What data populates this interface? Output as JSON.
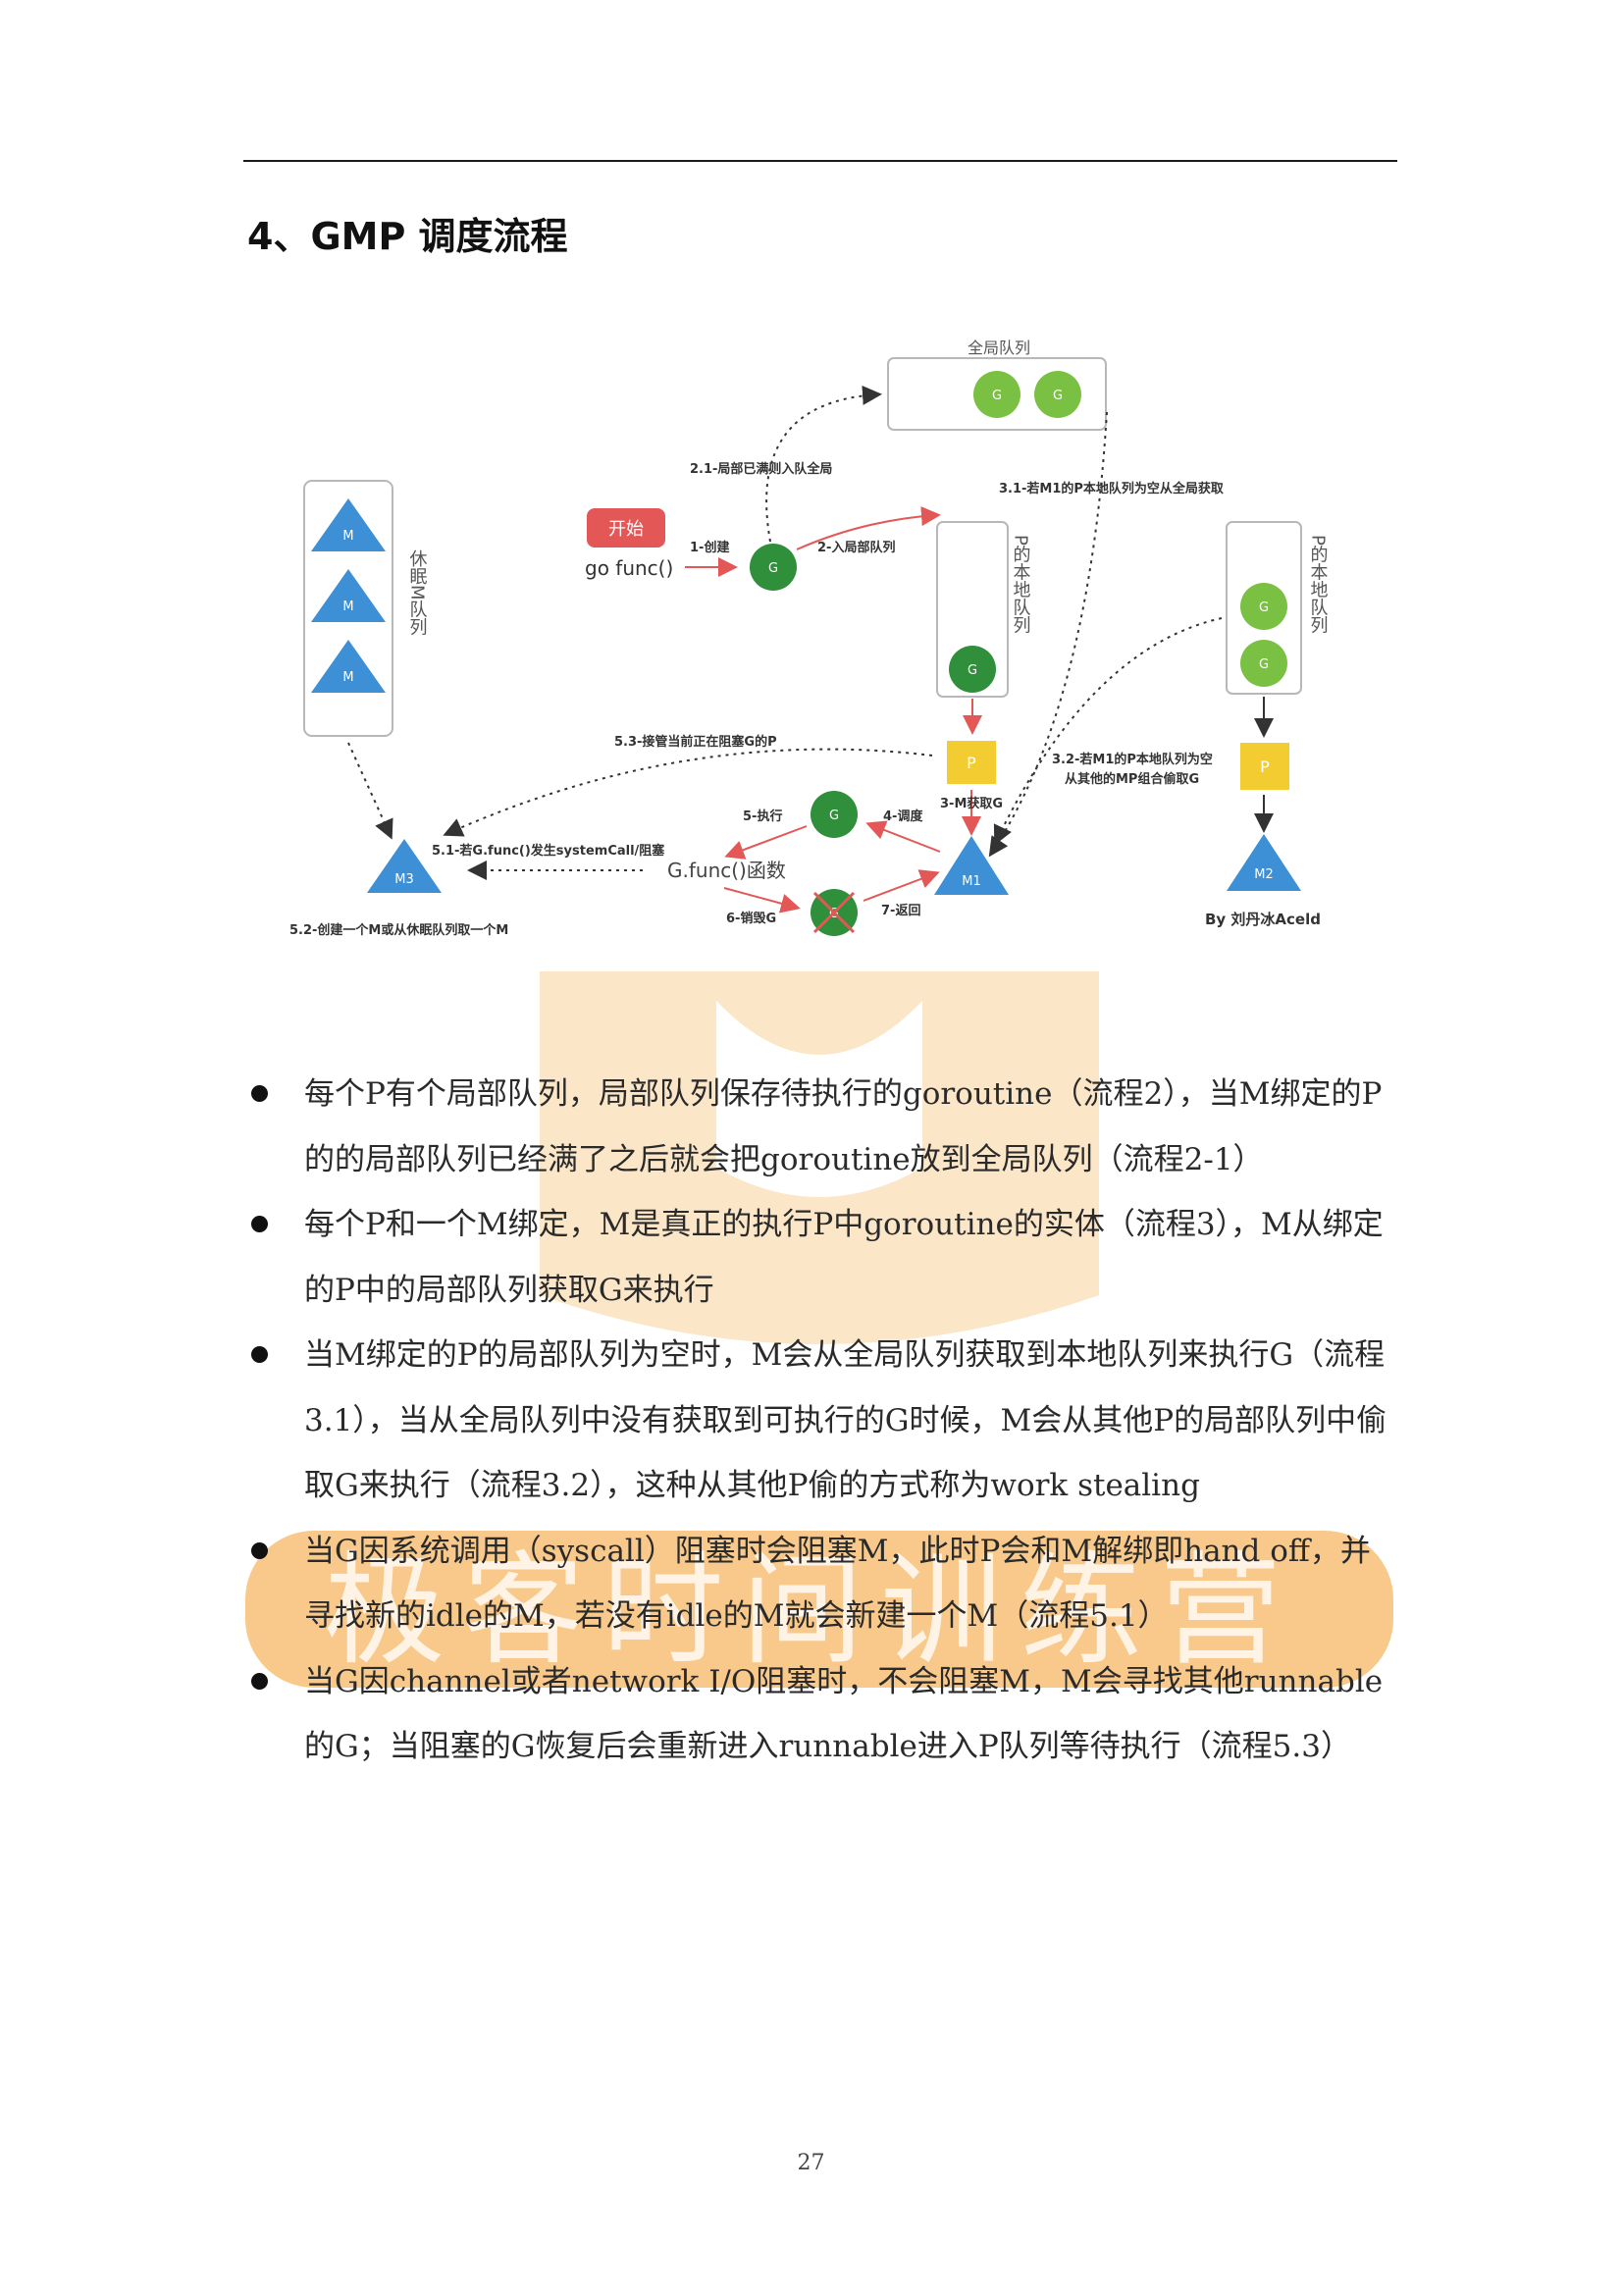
{
  "section": {
    "title": "4、GMP 调度流程"
  },
  "diagram": {
    "global_queue": {
      "label": "全局队列",
      "items": [
        "G",
        "G"
      ]
    },
    "sleep_queue": {
      "label": "休眠M队列",
      "items": [
        "M",
        "M",
        "M"
      ]
    },
    "start_button": "开始",
    "go_func": "go func()",
    "g_new": "G",
    "local_queue_mid": {
      "label": "P的本地队列",
      "items": [
        "G"
      ]
    },
    "local_queue_right": {
      "label": "P的本地队列",
      "items": [
        "G",
        "G"
      ]
    },
    "p_mid": "P",
    "p_right": "P",
    "m1": "M1",
    "m2": "M2",
    "m3": "M3",
    "g_exec": "G",
    "g_destroyed": "G",
    "gfunc": "G.func()函数",
    "steps": {
      "s1": "1-创建",
      "s2": "2-入局部队列",
      "s2_1": "2.1-局部已满则入队全局",
      "s3": "3-M获取G",
      "s3_1": "3.1-若M1的P本地队列为空从全局获取",
      "s3_2a": "3.2-若M1的P本地队列为空",
      "s3_2b": "从其他的MP组合偷取G",
      "s4": "4-调度",
      "s5": "5-执行",
      "s5_1": "5.1-若G.func()发生systemCall/阻塞",
      "s5_2": "5.2-创建一个M或从休眠队列取一个M",
      "s5_3": "5.3-接管当前正在阻塞G的P",
      "s6": "6-销毁G",
      "s7": "7-返回"
    },
    "credit": "By 刘丹冰Aceld",
    "colors": {
      "green": "#2f8f3a",
      "blue": "#3d8fd6",
      "yellow": "#f2cc30",
      "red": "#e45757"
    }
  },
  "bullets": [
    "每个P有个局部队列，局部队列保存待执行的goroutine（流程2），当M绑定的P的的局部队列已经满了之后就会把goroutine放到全局队列（流程2-1）",
    "每个P和一个M绑定，M是真正的执行P中goroutine的实体（流程3），M从绑定的P中的局部队列获取G来执行",
    "当M绑定的P的局部队列为空时，M会从全局队列获取到本地队列来执行G（流程3.1），当从全局队列中没有获取到可执行的G时候，M会从其他P的局部队列中偷取G来执行（流程3.2），这种从其他P偷的方式称为work stealing",
    "当G因系统调用（syscall）阻塞时会阻塞M，此时P会和M解绑即hand off，并寻找新的idle的M，若没有idle的M就会新建一个M（流程5.1）",
    "当G因channel或者network I/O阻塞时，不会阻塞M，M会寻找其他runnable的G；当阻塞的G恢复后会重新进入runnable进入P队列等待执行（流程5.3）"
  ],
  "watermark": "极客时间训练营",
  "page_number": "27"
}
